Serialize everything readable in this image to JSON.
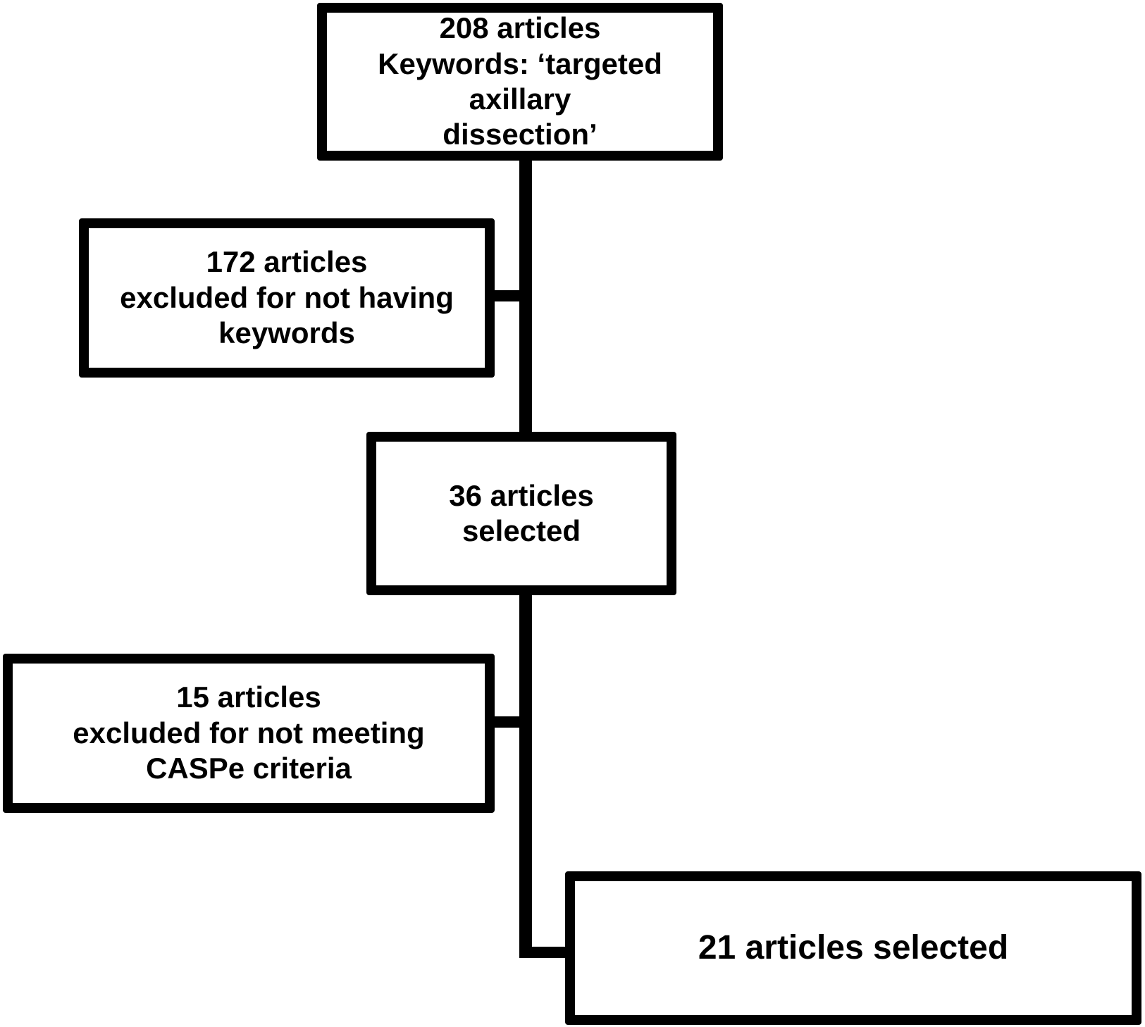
{
  "flowchart": {
    "description": "Article selection flow diagram",
    "boxes": [
      {
        "id": "initial",
        "lines": [
          "208 articles",
          "Keywords: ‘targeted axillary",
          "dissection’"
        ]
      },
      {
        "id": "excluded-keywords",
        "lines": [
          "172 articles",
          "excluded for not having",
          "keywords"
        ]
      },
      {
        "id": "selected-36",
        "lines": [
          "36 articles",
          "selected"
        ]
      },
      {
        "id": "excluded-caspe",
        "lines": [
          "15 articles",
          "excluded for not meeting",
          "CASPe criteria"
        ]
      },
      {
        "id": "final",
        "lines": [
          "21 articles selected"
        ]
      }
    ],
    "colors": {
      "border": "#000000",
      "background": "#ffffff",
      "text": "#000000"
    }
  }
}
